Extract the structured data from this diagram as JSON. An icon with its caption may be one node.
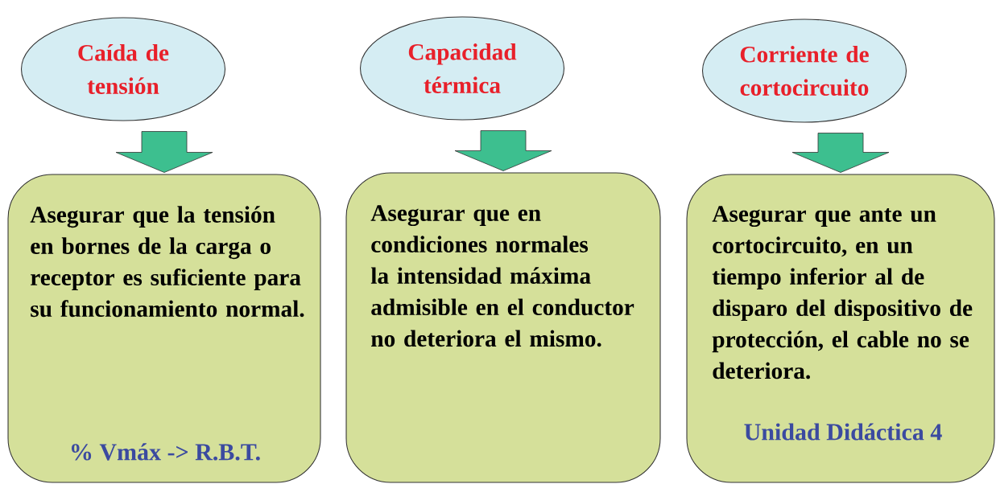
{
  "diagram": {
    "nodes": [
      {
        "text": [
          "Caída de tensión"
        ]
      },
      {
        "text": [
          "Capacidad térmica"
        ]
      },
      {
        "text": [
          "Corriente de cortocircuito"
        ]
      },
      {
        "text": [
          "Asegurar que la tensión en bornes de la carga o receptor es suficiente para su funcionamiento normal.",
          "% Vmáx  -> R.B.T."
        ]
      },
      {
        "text": [
          "Asegurar que en condiciones normales la intensidad máxima admisible en el conductor no deteriora el mismo."
        ]
      },
      {
        "text": [
          "Asegurar que ante un cortocircuito, en un tiempo inferior al de disparo del dispositivo de protección, el cable no se deteriora.",
          "Unidad Didáctica 4"
        ]
      }
    ],
    "edges": [
      {
        "from": 0,
        "to": 3,
        "arrow": "to"
      },
      {
        "from": 1,
        "to": 4,
        "arrow": "to"
      },
      {
        "from": 2,
        "to": 5,
        "arrow": "to"
      }
    ]
  }
}
